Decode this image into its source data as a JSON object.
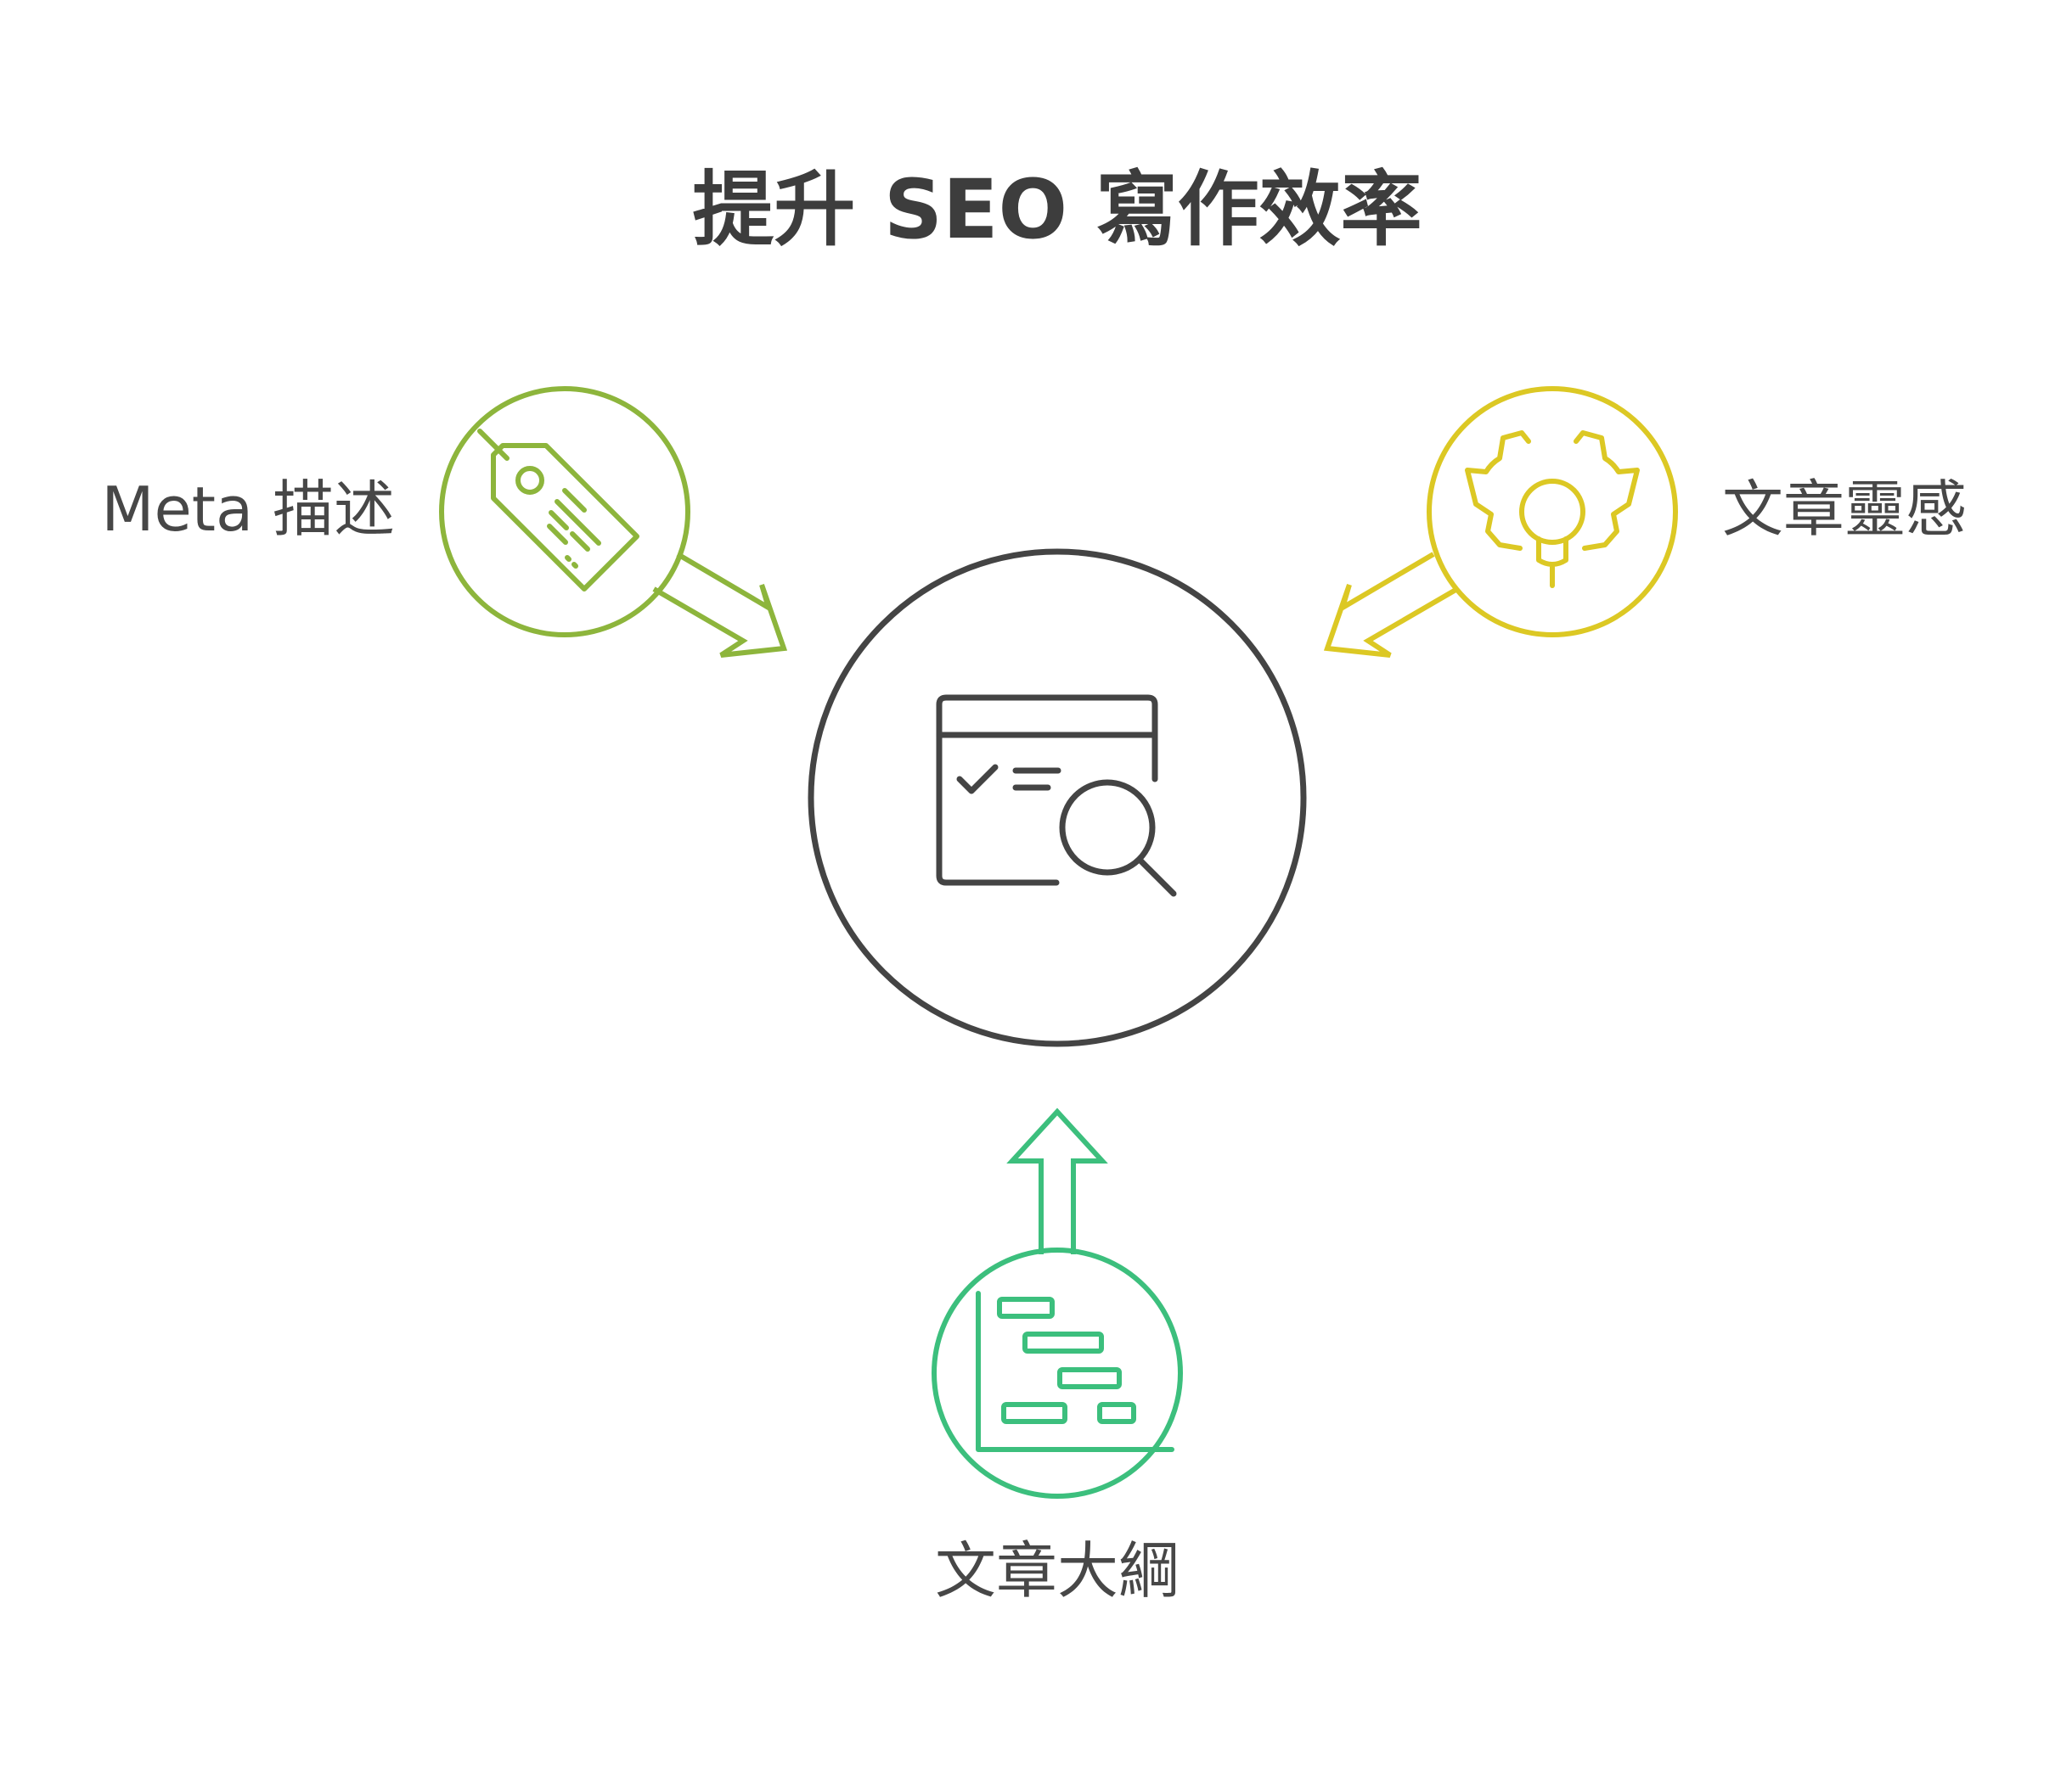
{
  "title": "提升 SEO 寫作效率",
  "center": {
    "icon": "seo-analysis-window-icon",
    "color": "#444444"
  },
  "nodes": [
    {
      "id": "meta",
      "label": "Meta 描述",
      "icon": "price-tag-icon",
      "color": "#8db53c"
    },
    {
      "id": "inspiration",
      "label": "文章靈感",
      "icon": "gear-lightbulb-icon",
      "color": "#dcc824"
    },
    {
      "id": "outline",
      "label": "文章大綱",
      "icon": "gantt-chart-icon",
      "color": "#3cbf7d"
    }
  ]
}
